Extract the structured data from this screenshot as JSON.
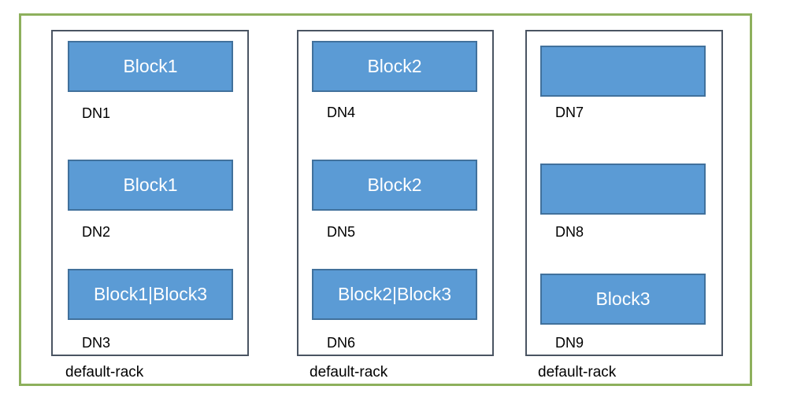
{
  "colors": {
    "outer_border": "#8db05c",
    "rack_border": "#4a5462",
    "block_fill": "#5b9bd5",
    "block_border": "#41719c",
    "block_text": "#ffffff"
  },
  "racks": [
    {
      "label": "default-rack",
      "nodes": [
        {
          "name": "DN1",
          "block": "Block1"
        },
        {
          "name": "DN2",
          "block": "Block1"
        },
        {
          "name": "DN3",
          "block": "Block1|Block3"
        }
      ]
    },
    {
      "label": "default-rack",
      "nodes": [
        {
          "name": "DN4",
          "block": "Block2"
        },
        {
          "name": "DN5",
          "block": "Block2"
        },
        {
          "name": "DN6",
          "block": "Block2|Block3"
        }
      ]
    },
    {
      "label": "default-rack",
      "nodes": [
        {
          "name": "DN7",
          "block": ""
        },
        {
          "name": "DN8",
          "block": ""
        },
        {
          "name": "DN9",
          "block": "Block3"
        }
      ]
    }
  ]
}
